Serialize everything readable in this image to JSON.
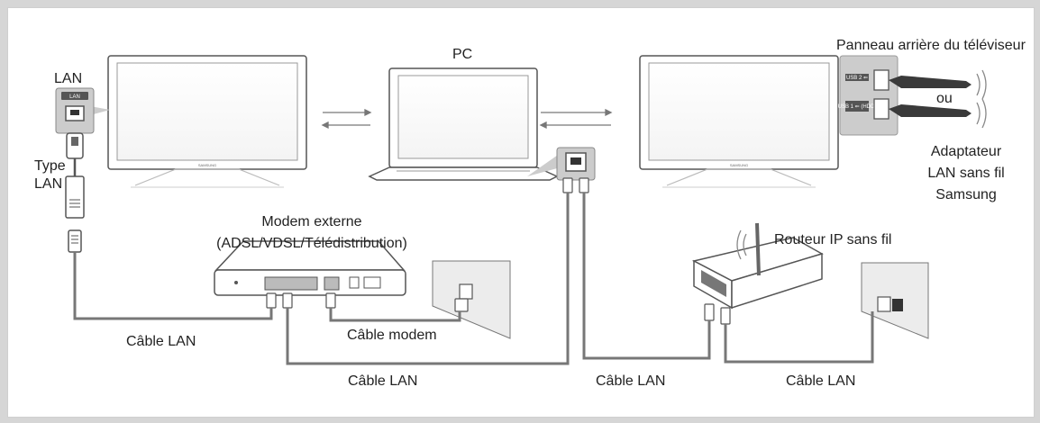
{
  "labels": {
    "lan": "LAN",
    "port_lan": "LAN",
    "type_lan_1": "Type",
    "type_lan_2": "LAN",
    "pc": "PC",
    "tv_rear_panel": "Panneau arrière du téléviseur",
    "ou": "ou",
    "adapter_1": "Adaptateur",
    "adapter_2": "LAN sans fil",
    "adapter_3": "Samsung",
    "modem_1": "Modem externe",
    "modem_2": "(ADSL/VDSL/Télédistribution)",
    "router": "Routeur IP sans fil",
    "cable_lan_left": "Câble LAN",
    "cable_modem": "Câble modem",
    "cable_lan_mid": "Câble LAN",
    "cable_lan_right1": "Câble LAN",
    "cable_lan_right2": "Câble LAN",
    "brand_tv_left": "SAMSUNG",
    "brand_tv_right": "SAMSUNG",
    "usb_port_1": "USB 2 ⇐",
    "usb_port_2": "USB 1 ⇐ (HDD)"
  },
  "colors": {
    "cable": "#777777",
    "outline": "#555555",
    "panel_bg": "#cccccc",
    "dongle": "#3a3a3a",
    "border": "#cfcfcf"
  }
}
